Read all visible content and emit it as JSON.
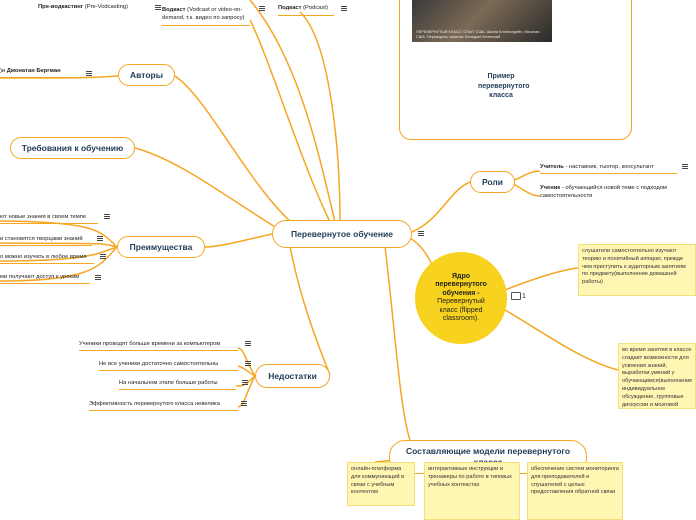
{
  "center": {
    "label": "Перевернутое обучение"
  },
  "core": {
    "title": "Ядро перевернутого обучения -",
    "subtitle": "Перевернутый класс (flipped classroom).",
    "comments": "1"
  },
  "top": {
    "prevodcasting": {
      "bold": "Пре-водкастинг",
      "rest": " (Pre-Vodcasting)"
    },
    "vodcast": {
      "bold": "Водкаст",
      "rest": " (Vodcast or video-on-demand, т.к. видео по запросу)"
    },
    "podcast": {
      "bold": "Подкаст",
      "rest": " (Podcast)"
    }
  },
  "photo": {
    "caption": "ПЕРЕВЕРНУТЫЙ КЛАСС: ОПЫТ США. Школа Клинтондейл, Мичиган, США. Переводчик занятия: Бенедикт Кечетский",
    "label": "Пример перевернутого класса"
  },
  "authors": {
    "label": "Авторы",
    "leaf": {
      "pre": ")и ",
      "bold": "Джонатан Бергман"
    }
  },
  "requirements": {
    "label": "Требования к обучению"
  },
  "advantages": {
    "label": "Преимущества",
    "items": [
      "ют новые знания в своем темпе",
      "и становятся творцами знаний",
      "о можно изучать в любое время",
      "ми получают доступ к урокам"
    ]
  },
  "disadvantages": {
    "label": "Недостатки",
    "items": [
      "Ученики проводят больше времени за компьютером",
      "Не все ученики достаточно самостоятельны",
      "На начальном этапе больше работы",
      "Эффективность перевернутого класса невелика"
    ]
  },
  "roles": {
    "label": "Роли",
    "teacher": {
      "bold": "Учитель",
      "rest": " - наставник, тьютор, консультант"
    },
    "student": {
      "bold": "Ученик",
      "rest": " - обучающийся новой теме с подходом самостоятельности"
    }
  },
  "notes": {
    "note1": "слушатели самостоятельно изучают теорию и понятийный аппарат, прежде чем приступить к аудиторным занятиям по предмету(выполнение домашней работы)",
    "note2": "во время занятия в классе создает возможности для усвоения знаний, выработки умений у обучающимся(выполнение индивидуальное обсуждение, групповые дискуссии и мозговой штурм,другие типы активности)"
  },
  "components": {
    "label": "Составляющие модели перевернутого класса",
    "items": [
      "онлайн-платформа для коммуникаций в связи с учебным контентом",
      "интерактивные инструкции и тренажеры по работе в типовых учебных контекстах",
      "обеспечение систем мониторинга для преподавателей и слушателей с целью предоставления обратной связи"
    ]
  },
  "colors": {
    "accent": "#f5a623",
    "core": "#f7d21e",
    "sticky": "#fff6b3"
  }
}
